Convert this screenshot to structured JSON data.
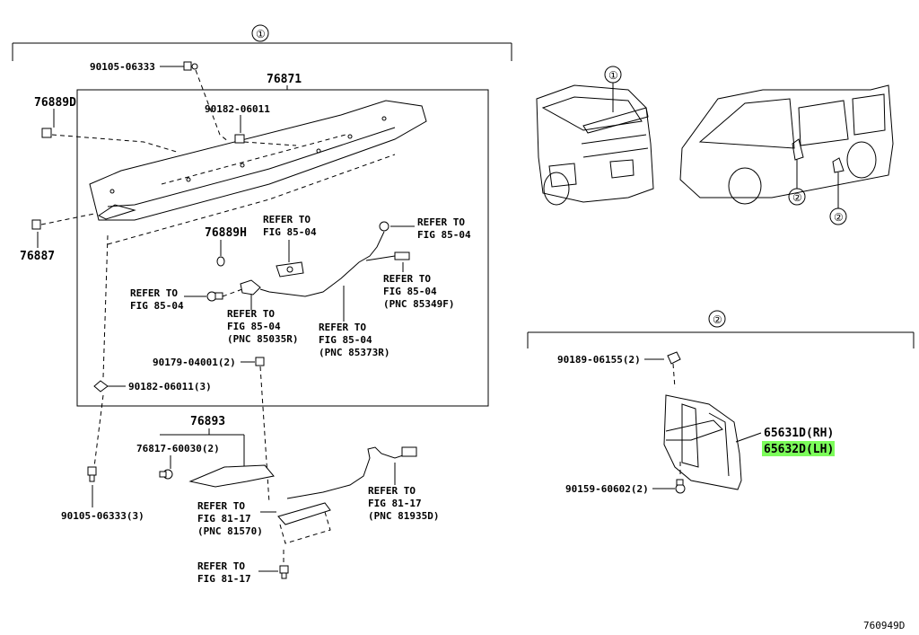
{
  "callouts": {
    "group1": "①",
    "group2": "②",
    "car_callout_1": "①",
    "car_callout_2a": "②",
    "car_callout_2b": "②"
  },
  "parts": {
    "p90105_06333_top": "90105-06333",
    "p76871": "76871",
    "p76889D": "76889D",
    "p90182_06011": "90182-06011",
    "p76887": "76887",
    "p76889H": "76889H",
    "p90179_04001": "90179-04001(2)",
    "p90182_06011_3": "90182-06011(3)",
    "p76893": "76893",
    "p76817_60030": "76817-60030(2)",
    "p90105_06333_3": "90105-06333(3)",
    "p90189_06155": "90189-06155(2)",
    "p65631D": "65631D(RH)",
    "p65632D": "65632D(LH)",
    "p90159_60602": "90159-60602(2)"
  },
  "refs": {
    "r1": [
      "REFER TO",
      "FIG 85-04"
    ],
    "r2": [
      "REFER TO",
      "FIG 85-04"
    ],
    "r3": [
      "REFER TO",
      "FIG 85-04",
      "(PNC 85349F)"
    ],
    "r4": [
      "REFER TO",
      "FIG 85-04"
    ],
    "r5": [
      "REFER TO",
      "FIG 85-04",
      "(PNC 85035R)"
    ],
    "r6": [
      "REFER TO",
      "FIG 85-04",
      "(PNC 85373R)"
    ],
    "r7": [
      "REFER TO",
      "FIG 81-17",
      "(PNC 81570)"
    ],
    "r8": [
      "REFER TO",
      "FIG 81-17",
      "(PNC 81935D)"
    ],
    "r9": [
      "REFER TO",
      "FIG 81-17"
    ]
  },
  "diagram_id": "760949D",
  "highlight_color": "#7CFC5A"
}
